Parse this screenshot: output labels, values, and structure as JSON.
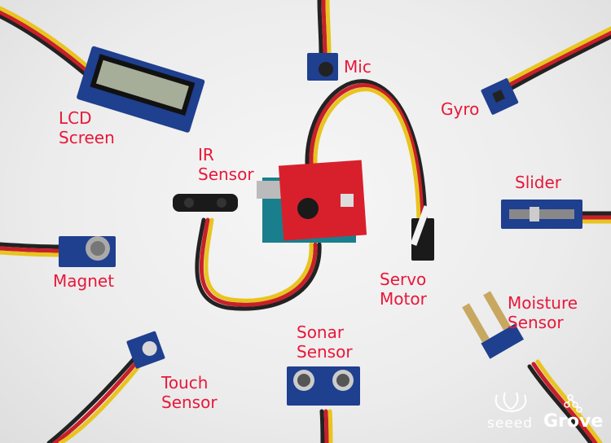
{
  "labels": {
    "lcd": [
      "LCD",
      "Screen"
    ],
    "mic": "Mic",
    "gyro": "Gyro",
    "ir": [
      "IR",
      "Sensor"
    ],
    "slider": "Slider",
    "magnet": "Magnet",
    "servo": [
      "Servo",
      "Motor"
    ],
    "moisture": [
      "Moisture",
      "Sensor"
    ],
    "sonar": [
      "Sonar",
      "Sensor"
    ],
    "touch": [
      "Touch",
      "Sensor"
    ]
  },
  "logos": {
    "seeed": "seeed",
    "grove": "Grove"
  },
  "colors": {
    "label": "#e8173a",
    "board_blue": "#1f3f8f",
    "shield_red": "#d8202c",
    "arduino": "#1a7f8c"
  }
}
